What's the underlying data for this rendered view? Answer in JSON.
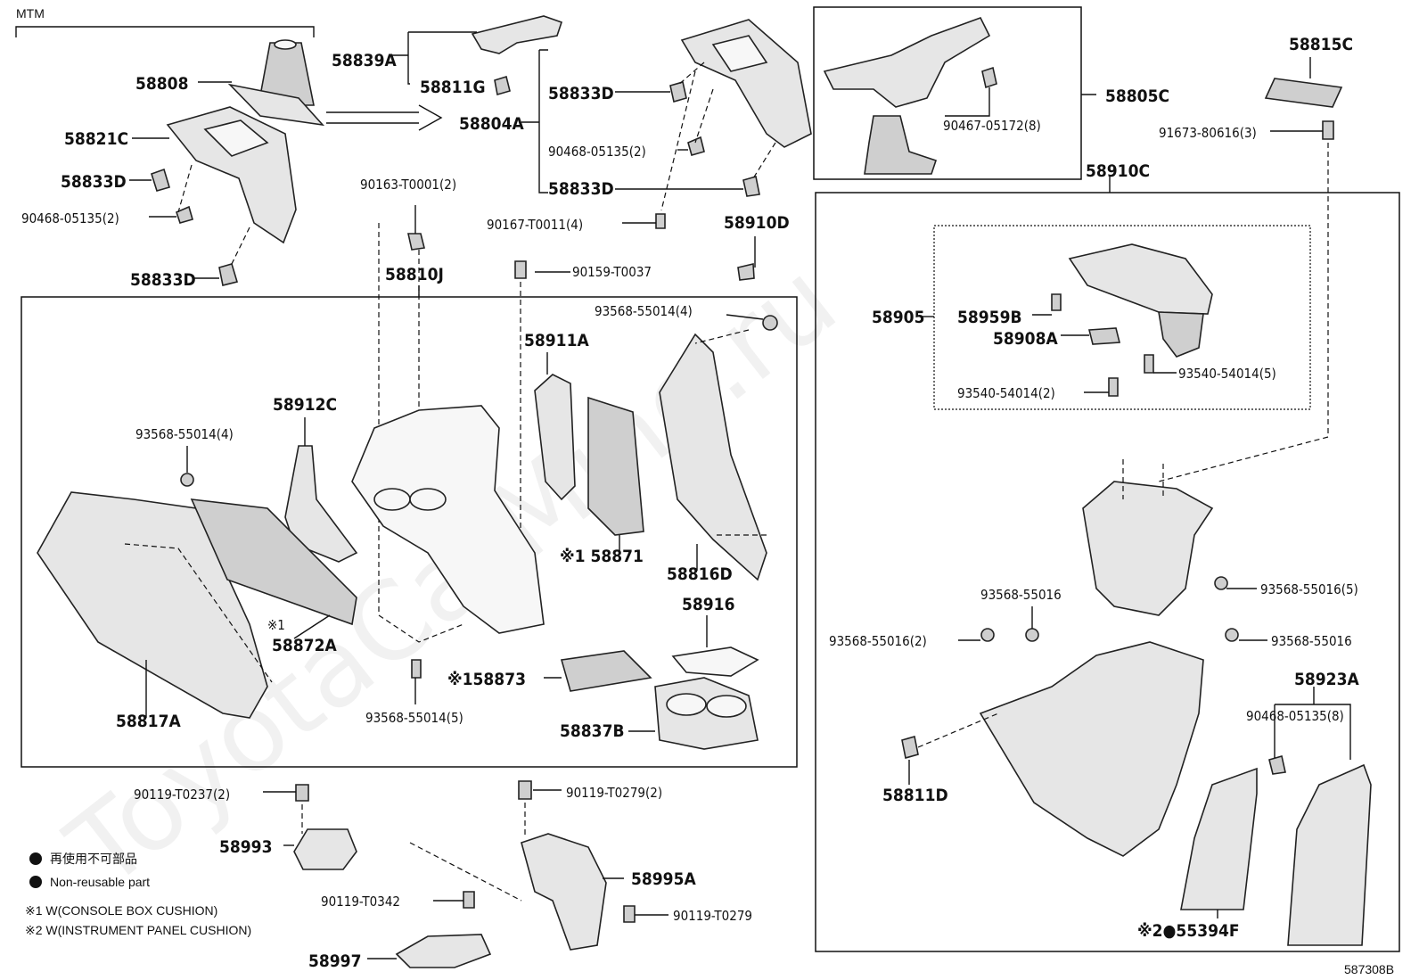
{
  "diagram": {
    "header": "MTM",
    "drawing_number": "587308B",
    "watermark": "ToyotaCarMine.ru",
    "legend": {
      "non_reusable_jp": "再使用不可部品",
      "non_reusable_en": "Non-reusable part",
      "note1": "※1 W(CONSOLE BOX CUSHION)",
      "note2": "※2 W(INSTRUMENT PANEL CUSHION)"
    },
    "labels": [
      {
        "id": "58839A",
        "text": "58839A"
      },
      {
        "id": "58811G",
        "text": "58811G"
      },
      {
        "id": "58808",
        "text": "58808"
      },
      {
        "id": "58821C",
        "text": "58821C"
      },
      {
        "id": "58833D_a",
        "text": "58833D"
      },
      {
        "id": "90468-05135_a",
        "text": "90468-05135(2)"
      },
      {
        "id": "58833D_b",
        "text": "58833D"
      },
      {
        "id": "58833D_c",
        "text": "58833D"
      },
      {
        "id": "58804A",
        "text": "58804A"
      },
      {
        "id": "90468-05135_b",
        "text": "90468-05135(2)"
      },
      {
        "id": "58833D_d",
        "text": "58833D"
      },
      {
        "id": "90167-T0011",
        "text": "90167-T0011(4)"
      },
      {
        "id": "58910D",
        "text": "58910D"
      },
      {
        "id": "90163-T0001",
        "text": "90163-T0001(2)"
      },
      {
        "id": "58810J",
        "text": "58810J"
      },
      {
        "id": "90159-T0037",
        "text": "90159-T0037"
      },
      {
        "id": "93568-55014_a",
        "text": "93568-55014(4)"
      },
      {
        "id": "58911A",
        "text": "58911A"
      },
      {
        "id": "58912C",
        "text": "58912C"
      },
      {
        "id": "93568-55014_b",
        "text": "93568-55014(4)"
      },
      {
        "id": "58871",
        "text": "※1 58871"
      },
      {
        "id": "58816D",
        "text": "58816D"
      },
      {
        "id": "58916",
        "text": "58916"
      },
      {
        "id": "58872A",
        "text": "58872A"
      },
      {
        "id": "58872A_note",
        "text": "※1"
      },
      {
        "id": "58873",
        "text": "※158873"
      },
      {
        "id": "58817A",
        "text": "58817A"
      },
      {
        "id": "93568-55014_c",
        "text": "93568-55014(5)"
      },
      {
        "id": "58837B",
        "text": "58837B"
      },
      {
        "id": "90119-T0237",
        "text": "90119-T0237(2)"
      },
      {
        "id": "58993",
        "text": "58993"
      },
      {
        "id": "90119-T0279_a",
        "text": "90119-T0279(2)"
      },
      {
        "id": "58995A",
        "text": "58995A"
      },
      {
        "id": "90119-T0342",
        "text": "90119-T0342"
      },
      {
        "id": "90119-T0279_b",
        "text": "90119-T0279"
      },
      {
        "id": "58997",
        "text": "58997"
      },
      {
        "id": "90467-05172",
        "text": "90467-05172(8)"
      },
      {
        "id": "58805C",
        "text": "58805C"
      },
      {
        "id": "58815C",
        "text": "58815C"
      },
      {
        "id": "91673-80616",
        "text": "91673-80616(3)"
      },
      {
        "id": "58910C",
        "text": "58910C"
      },
      {
        "id": "58905",
        "text": "58905"
      },
      {
        "id": "58959B",
        "text": "58959B"
      },
      {
        "id": "58908A",
        "text": "58908A"
      },
      {
        "id": "93540-54014_a",
        "text": "93540-54014(5)"
      },
      {
        "id": "93540-54014_b",
        "text": "93540-54014(2)"
      },
      {
        "id": "93568-55016_a",
        "text": "93568-55016(5)"
      },
      {
        "id": "93568-55016_b",
        "text": "93568-55016"
      },
      {
        "id": "93568-55016_c",
        "text": "93568-55016(2)"
      },
      {
        "id": "93568-55016_d",
        "text": "93568-55016"
      },
      {
        "id": "58923A",
        "text": "58923A"
      },
      {
        "id": "90468-05135_c",
        "text": "90468-05135(8)"
      },
      {
        "id": "58811D",
        "text": "58811D"
      },
      {
        "id": "55394F",
        "text": "※2●55394F"
      }
    ]
  }
}
